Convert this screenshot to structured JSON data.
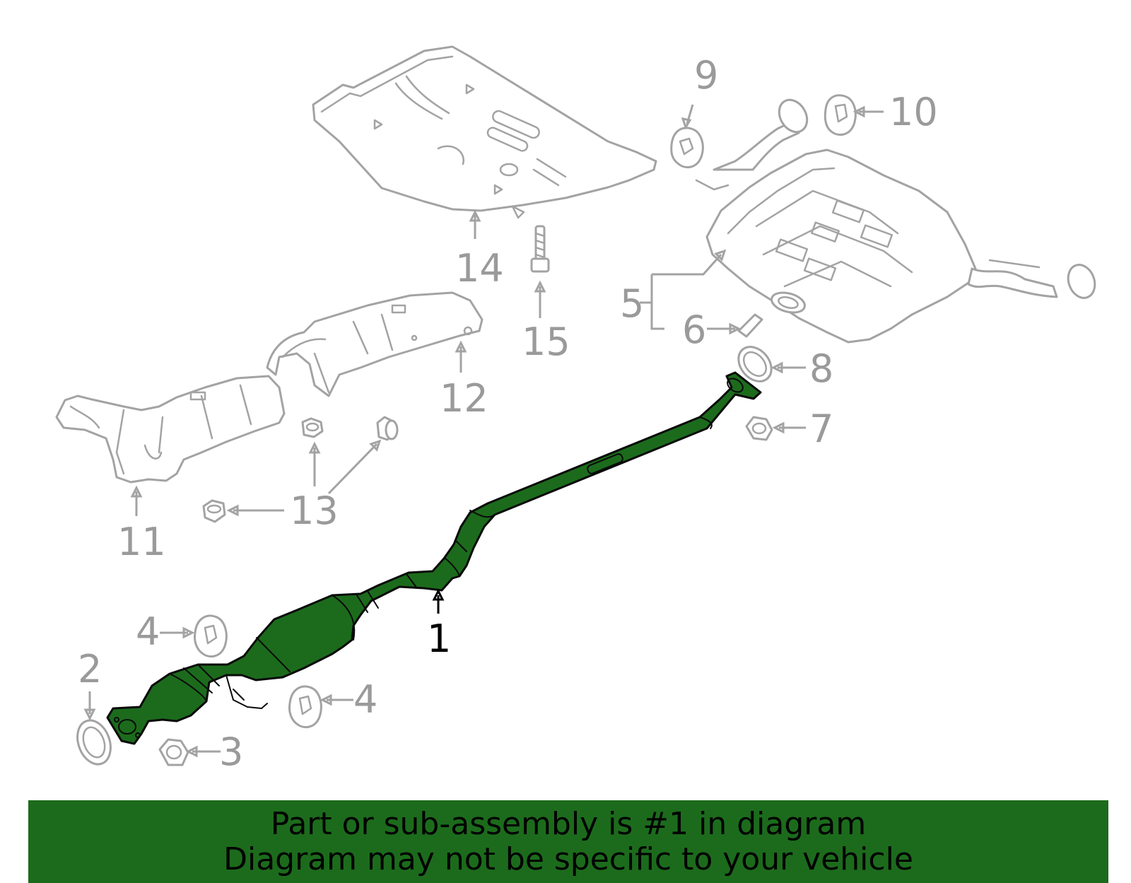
{
  "callouts": {
    "c1": "1",
    "c2": "2",
    "c3": "3",
    "c4a": "4",
    "c4b": "4",
    "c5": "5",
    "c6": "6",
    "c7": "7",
    "c8": "8",
    "c9": "9",
    "c10": "10",
    "c11": "11",
    "c12": "12",
    "c13": "13",
    "c14": "14",
    "c15": "15"
  },
  "banner": {
    "line1": "Part or sub-assembly is #1 in diagram",
    "line2": "Diagram may not be specific to your vehicle"
  },
  "colors": {
    "highlight": "#1c6b1c",
    "outline": "#a3a3a3",
    "callout_text": "#9a9a9a"
  }
}
